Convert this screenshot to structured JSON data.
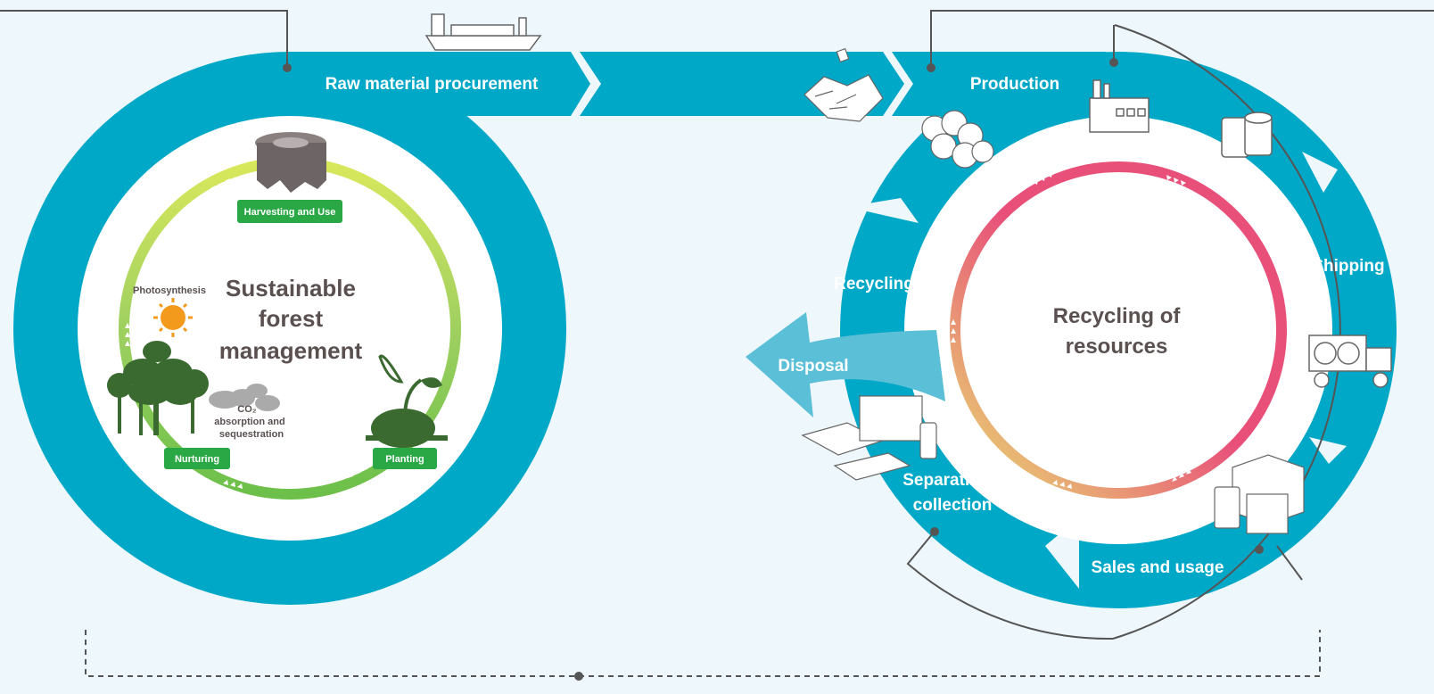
{
  "colors": {
    "background": "#eef7fb",
    "teal": "#00a8c8",
    "teal_light": "#5bbfd8",
    "green_badge": "#2aa845",
    "gray_text": "#5a5050",
    "dark_green": "#3a6a30"
  },
  "flow": {
    "raw_material": "Raw material procurement",
    "production": "Production"
  },
  "forest_cycle": {
    "title_line1": "Sustainable",
    "title_line2": "forest",
    "title_line3": "management",
    "harvesting": "Harvesting and Use",
    "nurturing": "Nurturing",
    "planting": "Planting",
    "photosynthesis": "Photosynthesis",
    "co2_line1": "CO₂",
    "co2_line2": "absorption and",
    "co2_line3": "sequestration"
  },
  "recycling_cycle": {
    "title_line1": "Recycling of",
    "title_line2": "resources",
    "recycling": "Recycling",
    "shipping": "Shipping",
    "sales": "Sales and usage",
    "separation_line1": "Separation,",
    "separation_line2": "collection",
    "disposal": "Disposal"
  },
  "icons": [
    "ship-icon",
    "wastepaper-icon",
    "pulp-icon",
    "factory-icon",
    "paper-roll-icon",
    "truck-icon",
    "boxes-icon",
    "paper-stack-icon",
    "tree-stump-icon",
    "sun-icon",
    "trees-icon",
    "cloud-icon",
    "seedling-icon"
  ]
}
